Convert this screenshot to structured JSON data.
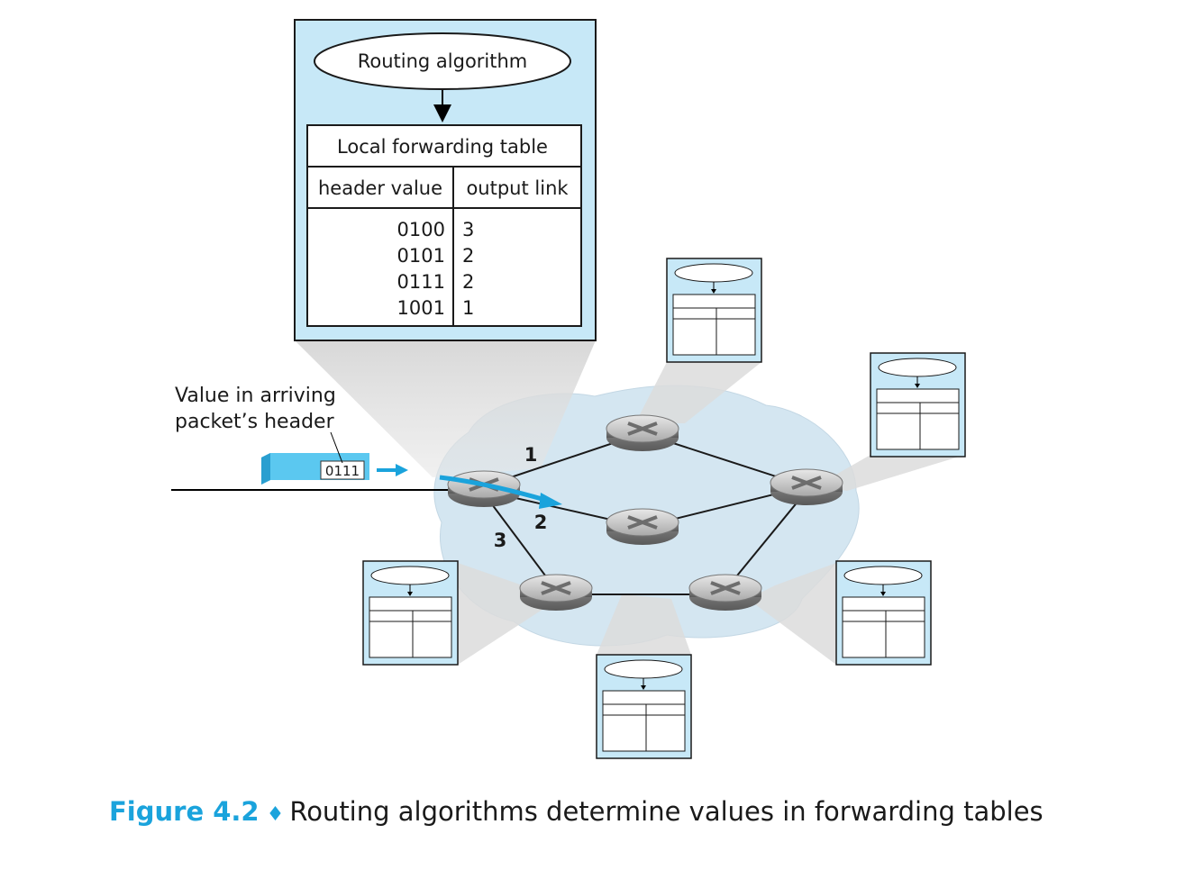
{
  "main_panel": {
    "algorithm_label": "Routing algorithm",
    "table_title": "Local forwarding table",
    "col_header_value": "header value",
    "col_output_link": "output link",
    "rows": [
      {
        "header": "0100",
        "link": "3"
      },
      {
        "header": "0101",
        "link": "2"
      },
      {
        "header": "0111",
        "link": "2"
      },
      {
        "header": "1001",
        "link": "1"
      }
    ]
  },
  "annotation": {
    "line1": "Value in arriving",
    "line2": "packet’s header"
  },
  "packet": {
    "header_value": "0111"
  },
  "links": {
    "link1": "1",
    "link2": "2",
    "link3": "3"
  },
  "caption": {
    "figure": "Figure 4.2",
    "separator": "♦",
    "text": "Routing algorithms determine values in forwarding tables"
  },
  "colors": {
    "panel_fill": "#c7e8f7",
    "cloud_fill": "#d4e6f1",
    "accent_blue": "#1aa3dc",
    "packet_fill": "#5bc8f0"
  }
}
